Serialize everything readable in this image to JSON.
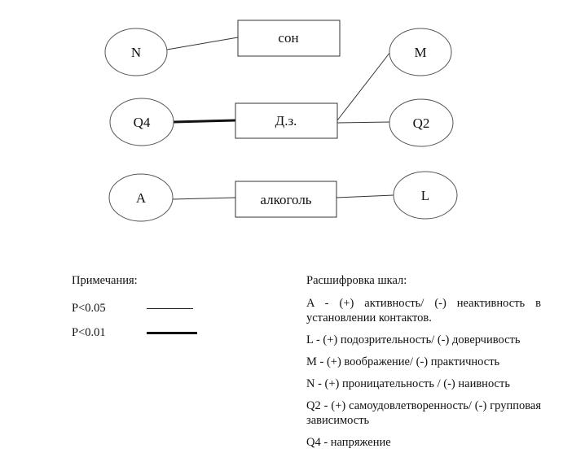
{
  "diagram": {
    "factors": [
      "N",
      "M",
      "Q4",
      "Q2",
      "A",
      "L"
    ],
    "variables": [
      "сон",
      "Д.з.",
      "алкоголь"
    ],
    "links": [
      {
        "from": "N",
        "to": "сон",
        "level": "P<0.05"
      },
      {
        "from": "Q4",
        "to": "Д.з.",
        "level": "P<0.01"
      },
      {
        "from": "M",
        "to": "Д.з.",
        "level": "P<0.05"
      },
      {
        "from": "Q2",
        "to": "Д.з.",
        "level": "P<0.05"
      },
      {
        "from": "A",
        "to": "алкоголь",
        "level": "P<0.05"
      },
      {
        "from": "L",
        "to": "алкоголь",
        "level": "P<0.05"
      }
    ]
  },
  "notes": {
    "title": "Примечания:",
    "legend": [
      {
        "label": "P<0.05",
        "style": "thin"
      },
      {
        "label": "P<0.01",
        "style": "thick"
      }
    ]
  },
  "decode": {
    "title": "Расшифровка шкал:",
    "items": [
      "A - (+) активность/ (-) неактивность в установлении контактов.",
      "L - (+) подозрительность/ (-) доверчивость",
      "M - (+) воображение/ (-) практичность",
      "N - (+) проницательность / (-) наивность",
      "Q2 - (+) самоудовлетворенность/ (-) групповая зависимость",
      "Q4 - напряжение"
    ]
  }
}
